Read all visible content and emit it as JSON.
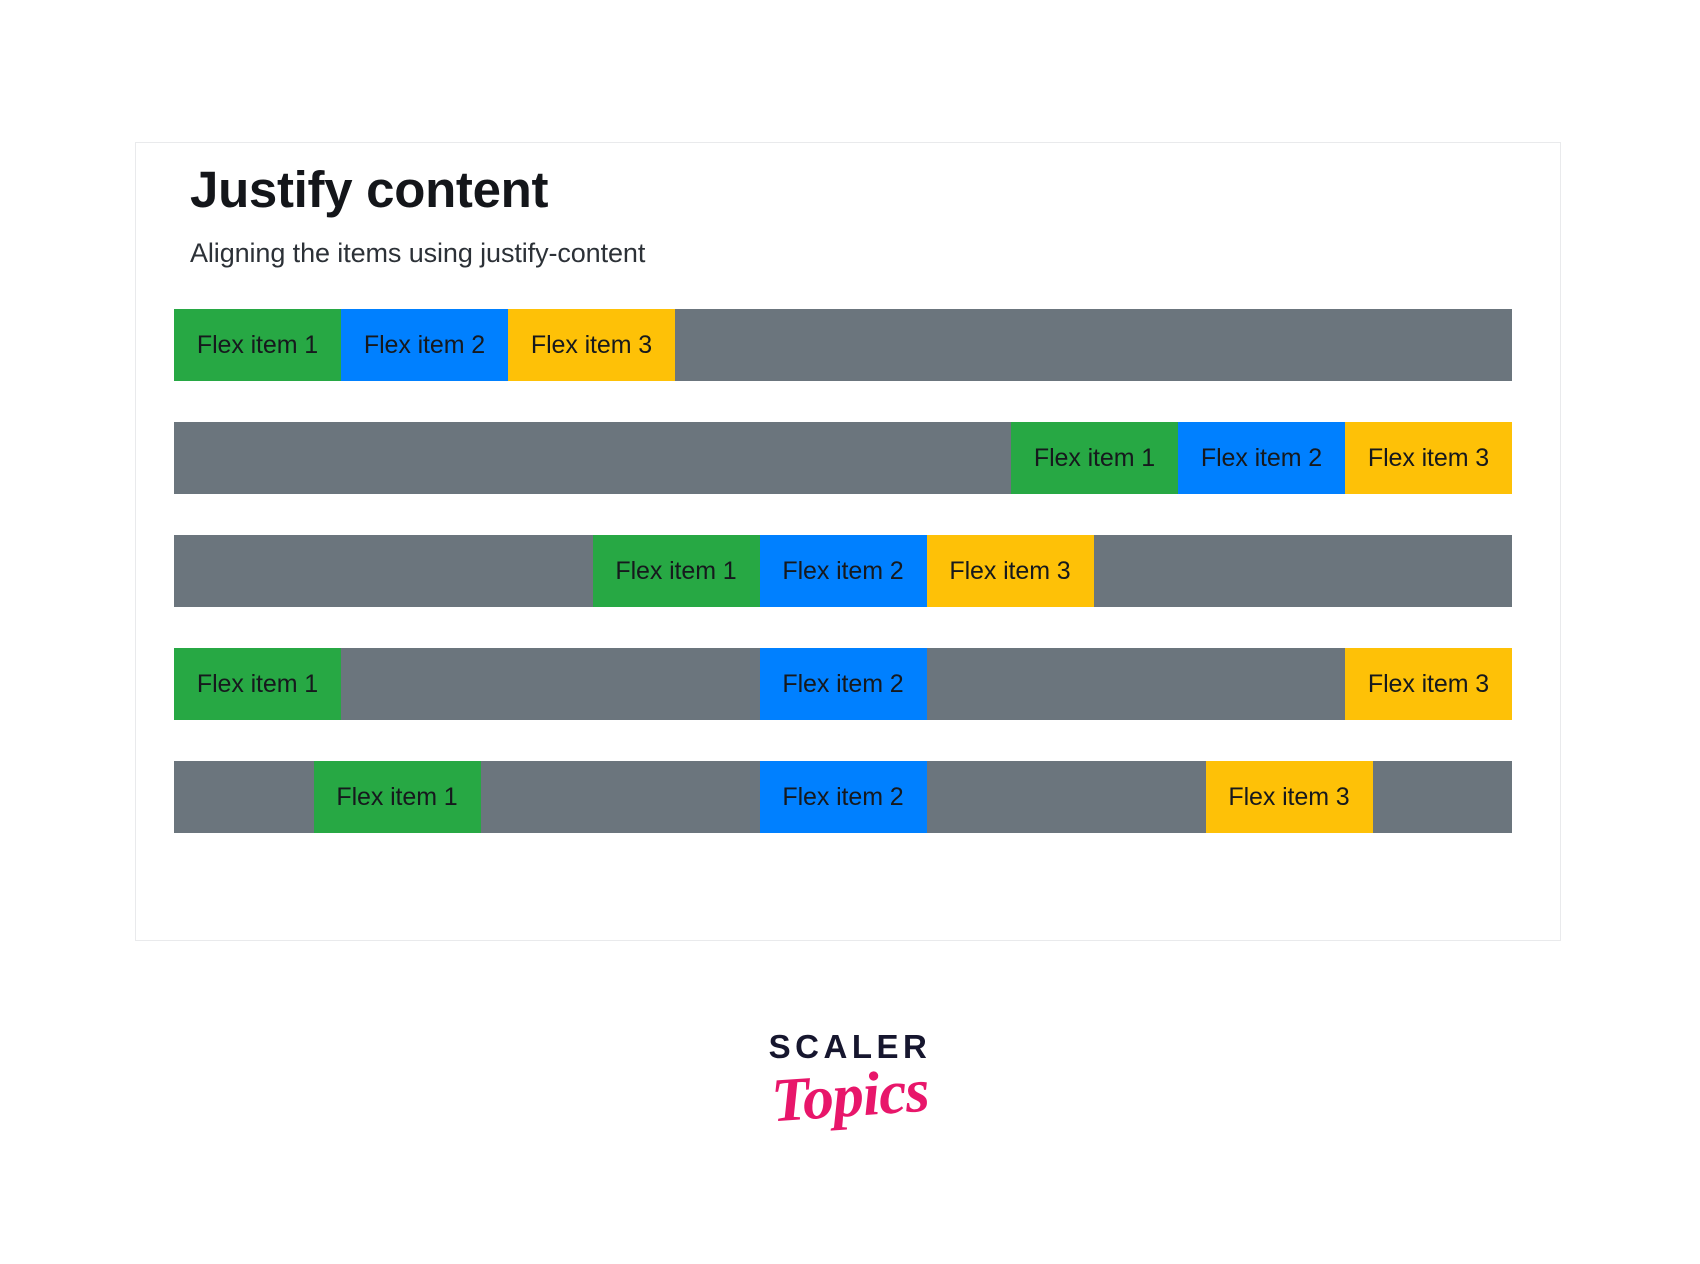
{
  "card": {
    "title": "Justify content",
    "subtitle": "Aligning the items using justify-content"
  },
  "colors": {
    "background": "#ffffff",
    "card_border": "#e9eaec",
    "track_gray": "#6b757d",
    "item_green": "#27a844",
    "item_blue": "#0080ff",
    "item_yellow": "#fec107",
    "title_text": "#14161a",
    "item_text": "#16191d",
    "logo_scaler": "#16162e",
    "logo_topics": "#e8166a"
  },
  "rows": [
    {
      "justify": "flex-start",
      "items": [
        {
          "label": "Flex item 1",
          "color": "green"
        },
        {
          "label": "Flex item 2",
          "color": "blue"
        },
        {
          "label": "Flex item 3",
          "color": "yellow"
        }
      ]
    },
    {
      "justify": "flex-end",
      "items": [
        {
          "label": "Flex item 1",
          "color": "green"
        },
        {
          "label": "Flex item 2",
          "color": "blue"
        },
        {
          "label": "Flex item 3",
          "color": "yellow"
        }
      ]
    },
    {
      "justify": "center",
      "items": [
        {
          "label": "Flex item 1",
          "color": "green"
        },
        {
          "label": "Flex item 2",
          "color": "blue"
        },
        {
          "label": "Flex item 3",
          "color": "yellow"
        }
      ]
    },
    {
      "justify": "space-between",
      "items": [
        {
          "label": "Flex item 1",
          "color": "green"
        },
        {
          "label": "Flex item 2",
          "color": "blue"
        },
        {
          "label": "Flex item 3",
          "color": "yellow"
        }
      ]
    },
    {
      "justify": "space-around",
      "items": [
        {
          "label": "Flex item 1",
          "color": "green"
        },
        {
          "label": "Flex item 2",
          "color": "blue"
        },
        {
          "label": "Flex item 3",
          "color": "yellow"
        }
      ]
    }
  ],
  "logo": {
    "primary": "SCALER",
    "secondary": "Topics"
  }
}
